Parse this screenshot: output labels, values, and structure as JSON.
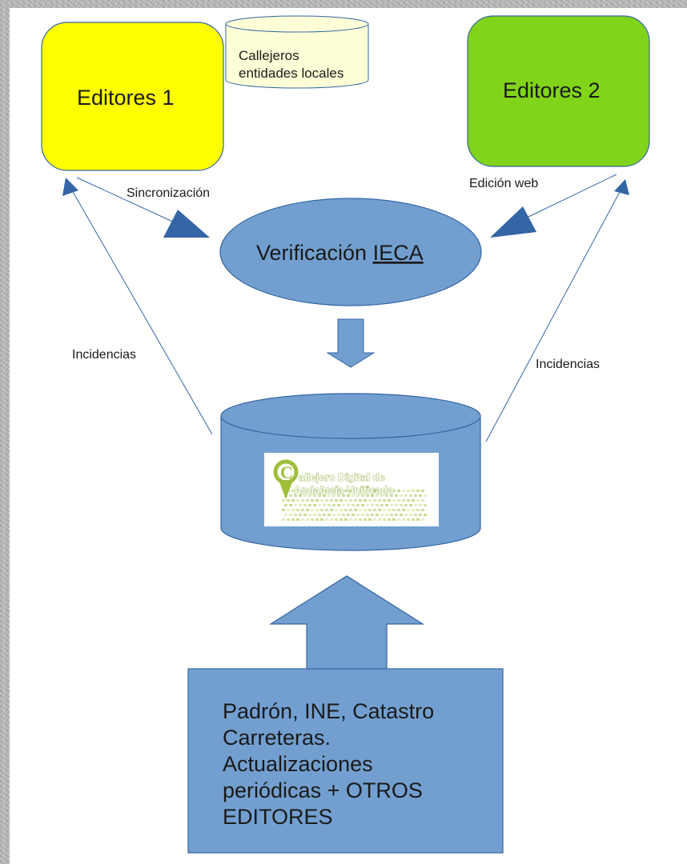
{
  "nodes": {
    "editores1": {
      "label": "Editores 1",
      "color": "#ffff00"
    },
    "editores2": {
      "label": "Editores 2",
      "color": "#81d41a"
    },
    "callejeros_db": {
      "lines": [
        "Callejeros",
        "entidades locales"
      ],
      "color": "#ffffd7"
    },
    "verificacion": {
      "label_main": "Verificación ",
      "label_acronym": "IECA",
      "color": "#729fcf"
    },
    "central_db": {
      "color": "#729fcf",
      "logo": {
        "initial": "C",
        "line1": "allejero Digital de",
        "line2": "Andalucía Unificado",
        "accent": "#9fbf3b"
      }
    },
    "sources": {
      "lines": [
        "Padrón, INE, Catastro",
        "Carreteras.",
        "Actualizaciones",
        "periódicas + OTROS",
        "EDITORES"
      ],
      "color": "#729fcf"
    }
  },
  "edges": {
    "sync": "Sincronización",
    "web_edit": "Edición web",
    "incidents_left": "Incidencias",
    "incidents_right": "Incidencias"
  },
  "colors": {
    "shape_blue": "#729fcf",
    "arrow_blue": "#3465a4",
    "stroke": "#3465a4",
    "text": "#1a1a1a"
  }
}
